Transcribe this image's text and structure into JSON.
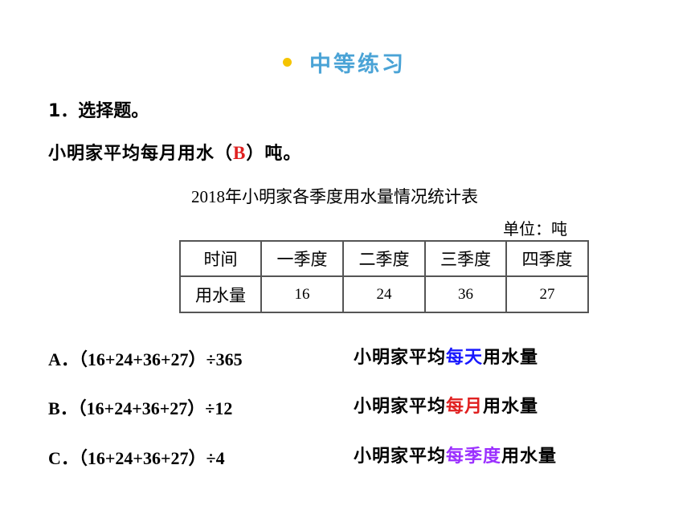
{
  "heading": {
    "text": "中等练习",
    "bullet_color": "#f5c400",
    "text_color": "#4aa3d6"
  },
  "question": {
    "number": "1．选择题。",
    "stem_before": "小明家平均每月用水（",
    "answer": "B",
    "stem_after": "）吨。"
  },
  "table": {
    "title": "2018年小明家各季度用水量情况统计表",
    "unit": "单位：吨",
    "headers": [
      "时间",
      "一季度",
      "二季度",
      "三季度",
      "四季度"
    ],
    "row_label": "用水量",
    "values": [
      "16",
      "24",
      "36",
      "27"
    ]
  },
  "options": [
    {
      "label": "A．（16+24+36+27）÷365",
      "desc_prefix": "小明家平均",
      "desc_highlight": "每天",
      "desc_suffix": "用水量",
      "highlight_color": "#1818ff"
    },
    {
      "label": "B．（16+24+36+27）÷12",
      "desc_prefix": "小明家平均",
      "desc_highlight": "每月",
      "desc_suffix": "用水量",
      "highlight_color": "#e02020"
    },
    {
      "label": "C．（16+24+36+27）÷4",
      "desc_prefix": "小明家平均",
      "desc_highlight": "每季度",
      "desc_suffix": "用水量",
      "highlight_color": "#9b30ff"
    }
  ]
}
